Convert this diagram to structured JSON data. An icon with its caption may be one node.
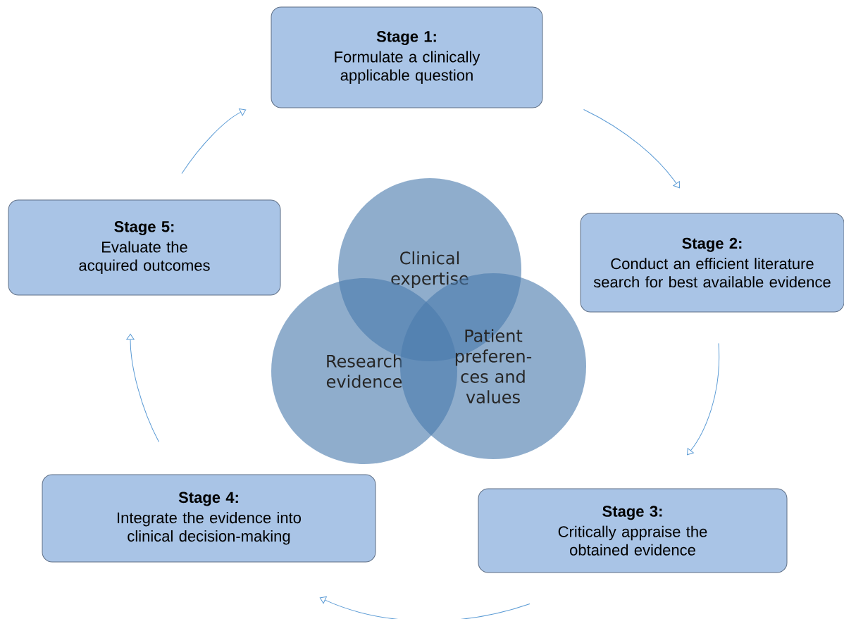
{
  "diagram": {
    "nodes": [
      {
        "text": [
          "Stage 1:",
          "Formulate a clinically applicable question"
        ]
      },
      {
        "text": [
          "Stage 5:",
          "Evaluate the acquired outcomes"
        ]
      },
      {
        "text": [
          "Stage 2:",
          "Conduct an efficient literature search for best available evidence"
        ]
      },
      {
        "text": [
          "Clinical expertise"
        ]
      },
      {
        "text": [
          "Research evidence"
        ]
      },
      {
        "text": [
          "Patient preferen- ces and values"
        ]
      },
      {
        "text": [
          "Stage 4:",
          "Integrate the evidence into clinical decision-making"
        ]
      },
      {
        "text": [
          "Stage 3:",
          "Critically appraise the obtained evidence"
        ]
      }
    ],
    "edges": [
      {
        "from": 0,
        "to": 2,
        "arrow": "to"
      },
      {
        "from": 2,
        "to": 7,
        "arrow": "to"
      },
      {
        "from": 7,
        "to": 6,
        "arrow": "to"
      },
      {
        "from": 6,
        "to": 1,
        "arrow": "to"
      },
      {
        "from": 1,
        "to": 0,
        "arrow": "to"
      }
    ]
  }
}
